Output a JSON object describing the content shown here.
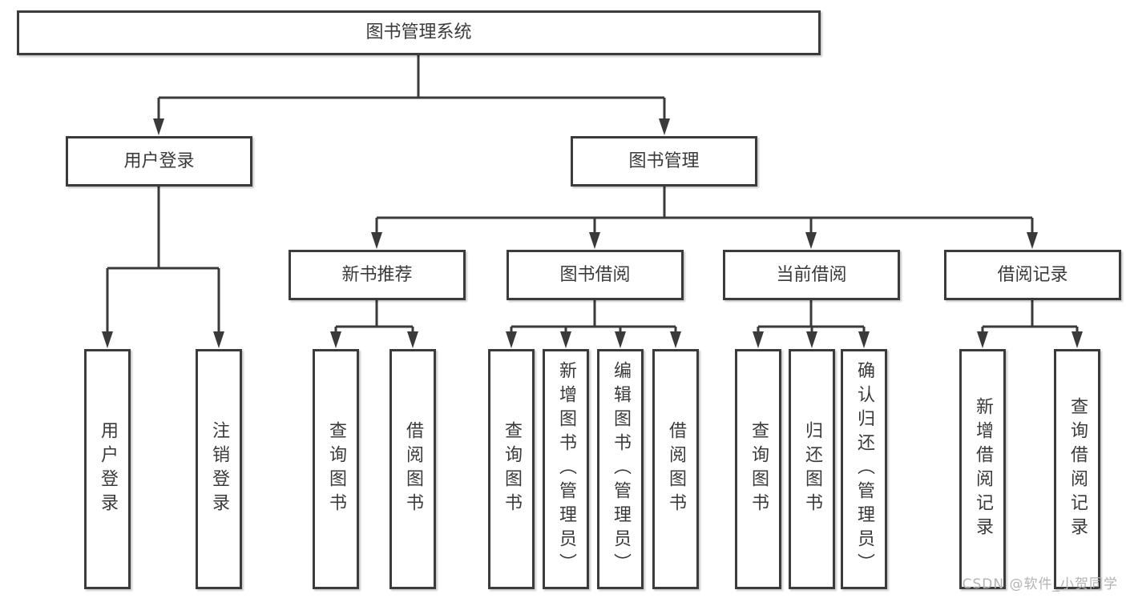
{
  "diagram": {
    "root": {
      "label": "图书管理系统"
    },
    "branches": [
      {
        "label": "用户登录",
        "children": [
          {
            "label": "用户登录"
          },
          {
            "label": "注销登录"
          }
        ]
      },
      {
        "label": "图书管理",
        "children": [
          {
            "label": "新书推荐",
            "children": [
              {
                "label": "查询图书"
              },
              {
                "label": "借阅图书"
              }
            ]
          },
          {
            "label": "图书借阅",
            "children": [
              {
                "label": "查询图书"
              },
              {
                "label": "新增图书（管理员）"
              },
              {
                "label": "编辑图书（管理员）"
              },
              {
                "label": "借阅图书"
              }
            ]
          },
          {
            "label": "当前借阅",
            "children": [
              {
                "label": "查询图书"
              },
              {
                "label": "归还图书"
              },
              {
                "label": "确认归还（管理员）"
              }
            ]
          },
          {
            "label": "借阅记录",
            "children": [
              {
                "label": "新增借阅记录"
              },
              {
                "label": "查询借阅记录"
              }
            ]
          }
        ]
      }
    ]
  },
  "watermark": {
    "text": "CSDN @软件_小贺同学"
  },
  "colors": {
    "line": "#3a3a3a",
    "box_border": "#3b3b3b",
    "text": "#3a3a3a",
    "watermark": "#b3b3b3",
    "background": "#ffffff"
  }
}
